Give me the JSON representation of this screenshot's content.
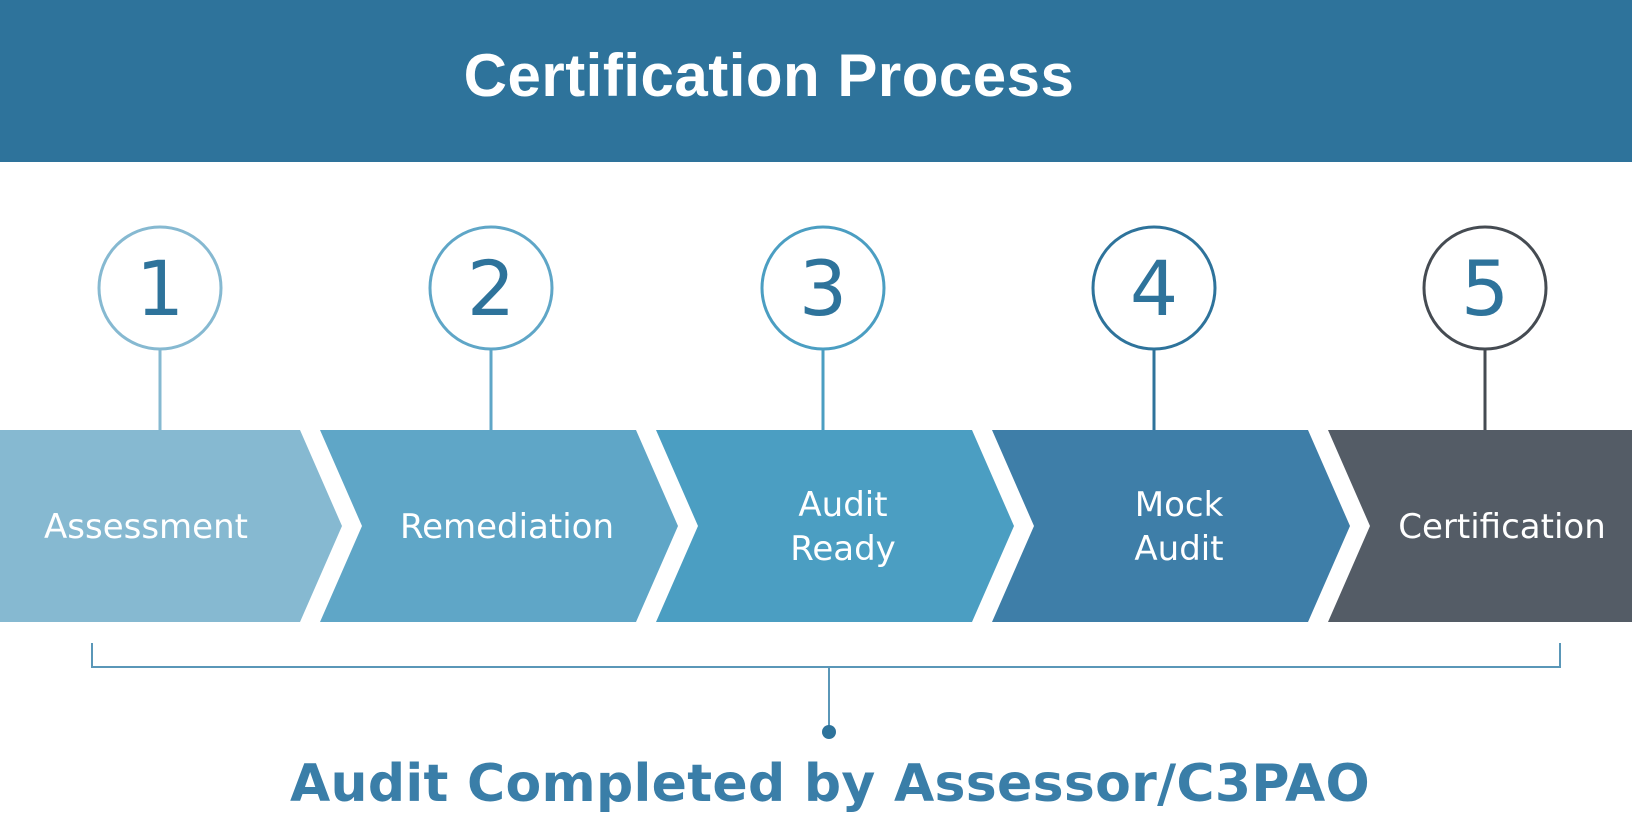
{
  "header": {
    "title": "Certification Process"
  },
  "steps": [
    {
      "number": "1",
      "label_lines": [
        "Assessment"
      ],
      "color": "#86b9d1",
      "circle_color": "#86b9d1",
      "number_color": "#2e739b"
    },
    {
      "number": "2",
      "label_lines": [
        "Remediation"
      ],
      "color": "#5fa6c7",
      "circle_color": "#5fa6c7",
      "number_color": "#2e739b"
    },
    {
      "number": "3",
      "label_lines": [
        "Audit",
        "Ready"
      ],
      "color": "#4b9ec2",
      "circle_color": "#4b9ec2",
      "number_color": "#2e739b"
    },
    {
      "number": "4",
      "label_lines": [
        "Mock",
        "Audit"
      ],
      "color": "#3e7ea8",
      "circle_color": "#2e739b",
      "number_color": "#2e739b"
    },
    {
      "number": "5",
      "label_lines": [
        "Certification"
      ],
      "color": "#545c66",
      "circle_color": "#454b52",
      "number_color": "#2e739b"
    }
  ],
  "footer": {
    "caption": "Audit Completed by Assessor/C3PAO"
  },
  "colors": {
    "header_bg": "#2e739b",
    "bracket": "#5a97b8",
    "caption": "#3a7ea8"
  }
}
